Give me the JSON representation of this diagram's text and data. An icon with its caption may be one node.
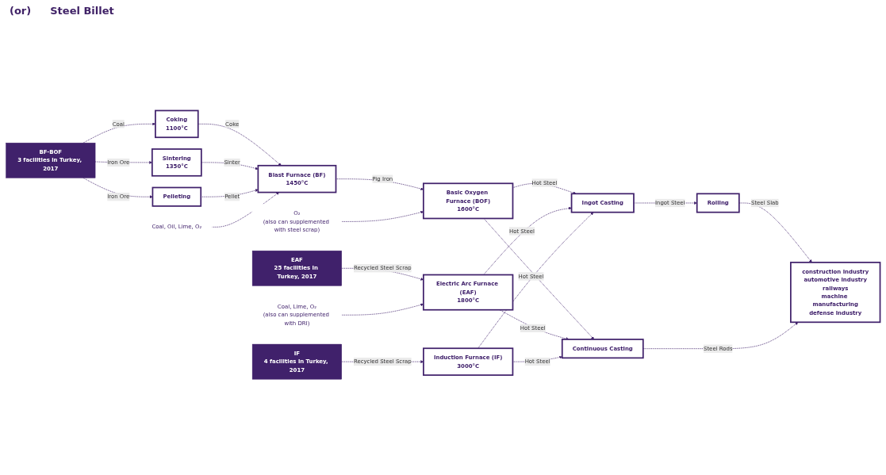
{
  "diagram": {
    "nodes": [
      {
        "text": [
          "BF-BOF",
          "3 facilities in Turkey, 2017"
        ]
      },
      {
        "text": [
          "Coking",
          "1100°C"
        ]
      },
      {
        "text": [
          "Sintering",
          "1350°C"
        ]
      },
      {
        "text": [
          "Pelleting"
        ]
      },
      {
        "text": [
          "Blast Furnace (BF)",
          "1450°C"
        ]
      },
      {
        "text": [
          "Coal, Oil, Lime, O₂"
        ]
      },
      {
        "text": [
          "Basic Oxygen Furnace (BOF)",
          "1600°C"
        ]
      },
      {
        "text": [
          "O₂",
          "(also can supplemented with steel scrap)"
        ]
      },
      {
        "text": [
          "EAF",
          "25 facilities in Turkey, 2017"
        ]
      },
      {
        "text": [
          "Electric Arc Furnace (EAF)",
          "1800°C"
        ]
      },
      {
        "text": [
          "Coal, Lime, O₂",
          "(also can supplemented with DRI)"
        ]
      },
      {
        "text": [
          "IF",
          "4 facilities in Turkey, 2017"
        ]
      },
      {
        "text": [
          "Induction Furnace (IF)",
          "3000°C"
        ]
      },
      {
        "text": [
          "Ingot Casting"
        ]
      },
      {
        "text": [
          "Continuous Casting"
        ]
      },
      {
        "text": [
          "Rolling"
        ]
      },
      {
        "text": [
          "construction industry",
          "automotive industry",
          "railways",
          "machine manufacturing",
          "defense industry"
        ]
      }
    ],
    "edges": [
      {
        "from": 0,
        "to": 1,
        "arrow": "to",
        "label": "Coal",
        "style": "dashed"
      },
      {
        "from": 0,
        "to": 2,
        "arrow": "to",
        "label": "Iron Ore",
        "style": "dashed"
      },
      {
        "from": 0,
        "to": 3,
        "arrow": "to",
        "label": "Iron Ore",
        "style": "dashed"
      },
      {
        "from": 1,
        "to": 4,
        "arrow": "to",
        "label": "Coke",
        "style": "dashed"
      },
      {
        "from": 2,
        "to": 4,
        "arrow": "to",
        "label": "Sinter",
        "style": "dashed"
      },
      {
        "from": 3,
        "to": 4,
        "arrow": "to",
        "label": "Pellet",
        "style": "dashed"
      },
      {
        "from": 5,
        "to": 4,
        "arrow": "to",
        "style": "dashed"
      },
      {
        "from": 4,
        "to": 6,
        "arrow": "to",
        "label": "Pig Iron",
        "style": "dashed"
      },
      {
        "from": 7,
        "to": 6,
        "arrow": "to",
        "style": "dashed"
      },
      {
        "from": 8,
        "to": 9,
        "arrow": "to",
        "label": "Recycled Steel Scrap",
        "style": "dashed"
      },
      {
        "from": 10,
        "to": 9,
        "arrow": "to",
        "style": "dashed"
      },
      {
        "from": 11,
        "to": 12,
        "arrow": "to",
        "label": "Recycled Steel Scrap",
        "style": "dashed"
      },
      {
        "from": 6,
        "to": 13,
        "arrow": "to",
        "label": "Hot Steel",
        "style": "dashed"
      },
      {
        "from": 6,
        "to": 14,
        "arrow": "to",
        "style": "dashed"
      },
      {
        "from": 9,
        "to": 13,
        "arrow": "to",
        "label": "Hot Steel",
        "style": "dashed"
      },
      {
        "from": 9,
        "to": 14,
        "arrow": "to",
        "label": "Hot Steel",
        "style": "dashed"
      },
      {
        "from": 12,
        "to": 13,
        "arrow": "to",
        "label": "Hot Steel",
        "style": "dashed"
      },
      {
        "from": 12,
        "to": 14,
        "arrow": "to",
        "label": "Hot Steel",
        "style": "dashed"
      },
      {
        "from": 13,
        "to": 15,
        "arrow": "to",
        "label": "Ingot Steel",
        "style": "dashed"
      },
      {
        "from": 15,
        "to": 16,
        "arrow": "to",
        "label": "Steel Slab",
        "style": "dashed"
      },
      {
        "from": 14,
        "to": 16,
        "arrow": "to",
        "label": "Steel Rods",
        "style": "dashed"
      }
    ],
    "labels": [
      "(or)",
      "Steel Billet"
    ]
  }
}
